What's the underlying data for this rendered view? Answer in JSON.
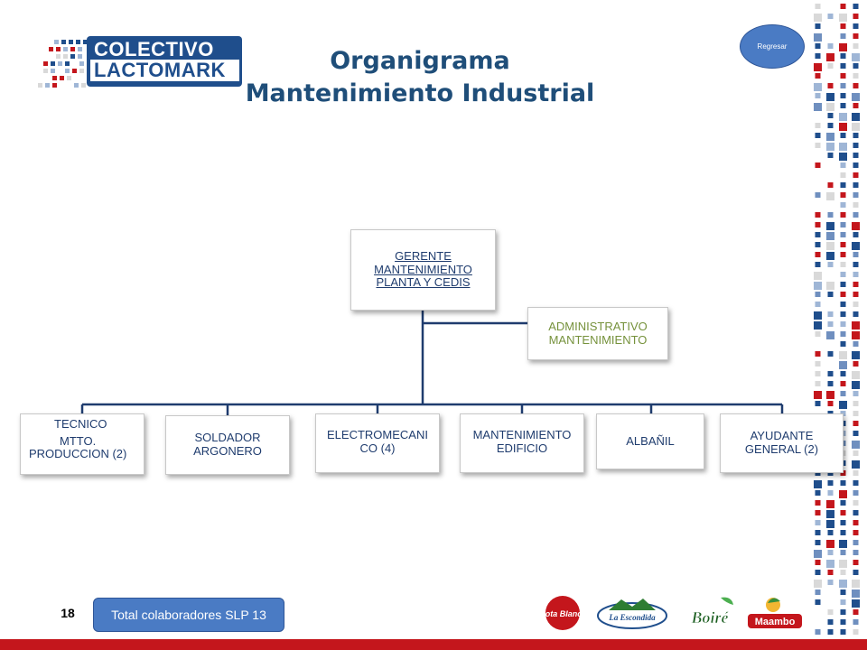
{
  "header": {
    "logo_line1": "COLECTIVO",
    "logo_line2": "LACTOMARK",
    "title_line1": "Organigrama",
    "title_line2": "Mantenimiento Industrial",
    "back_button": "Regresar"
  },
  "org": {
    "top": [
      "GERENTE",
      "MANTENIMIENTO",
      "PLANTA Y CEDIS"
    ],
    "admin": [
      "ADMINISTRATIVO",
      "MANTENIMIENTO"
    ],
    "tecnico": [
      "TECNICO",
      "MTTO.",
      "PRODUCCION (2)"
    ],
    "soldador": [
      "SOLDADOR",
      "ARGONERO"
    ],
    "electromecanico": [
      "ELECTROMECANI",
      "CO (4)"
    ],
    "edificio": [
      "MANTENIMIENTO",
      "EDIFICIO"
    ],
    "albanil": "ALBAÑIL",
    "ayudante": [
      "AYUDANTE",
      "GENERAL (2)"
    ]
  },
  "footer": {
    "page_number": "18",
    "total": "Total  colaboradores SLP 13",
    "brands": [
      "Gota Blanca",
      "La Escondida",
      "Boiré",
      "Maambo"
    ]
  },
  "colors": {
    "title": "#1f4e79",
    "box_text": "#1f3c6e",
    "admin_text": "#76923c",
    "connector": "#1f3c6e",
    "button": "#4a7bc4",
    "accent_red": "#c4161c"
  }
}
